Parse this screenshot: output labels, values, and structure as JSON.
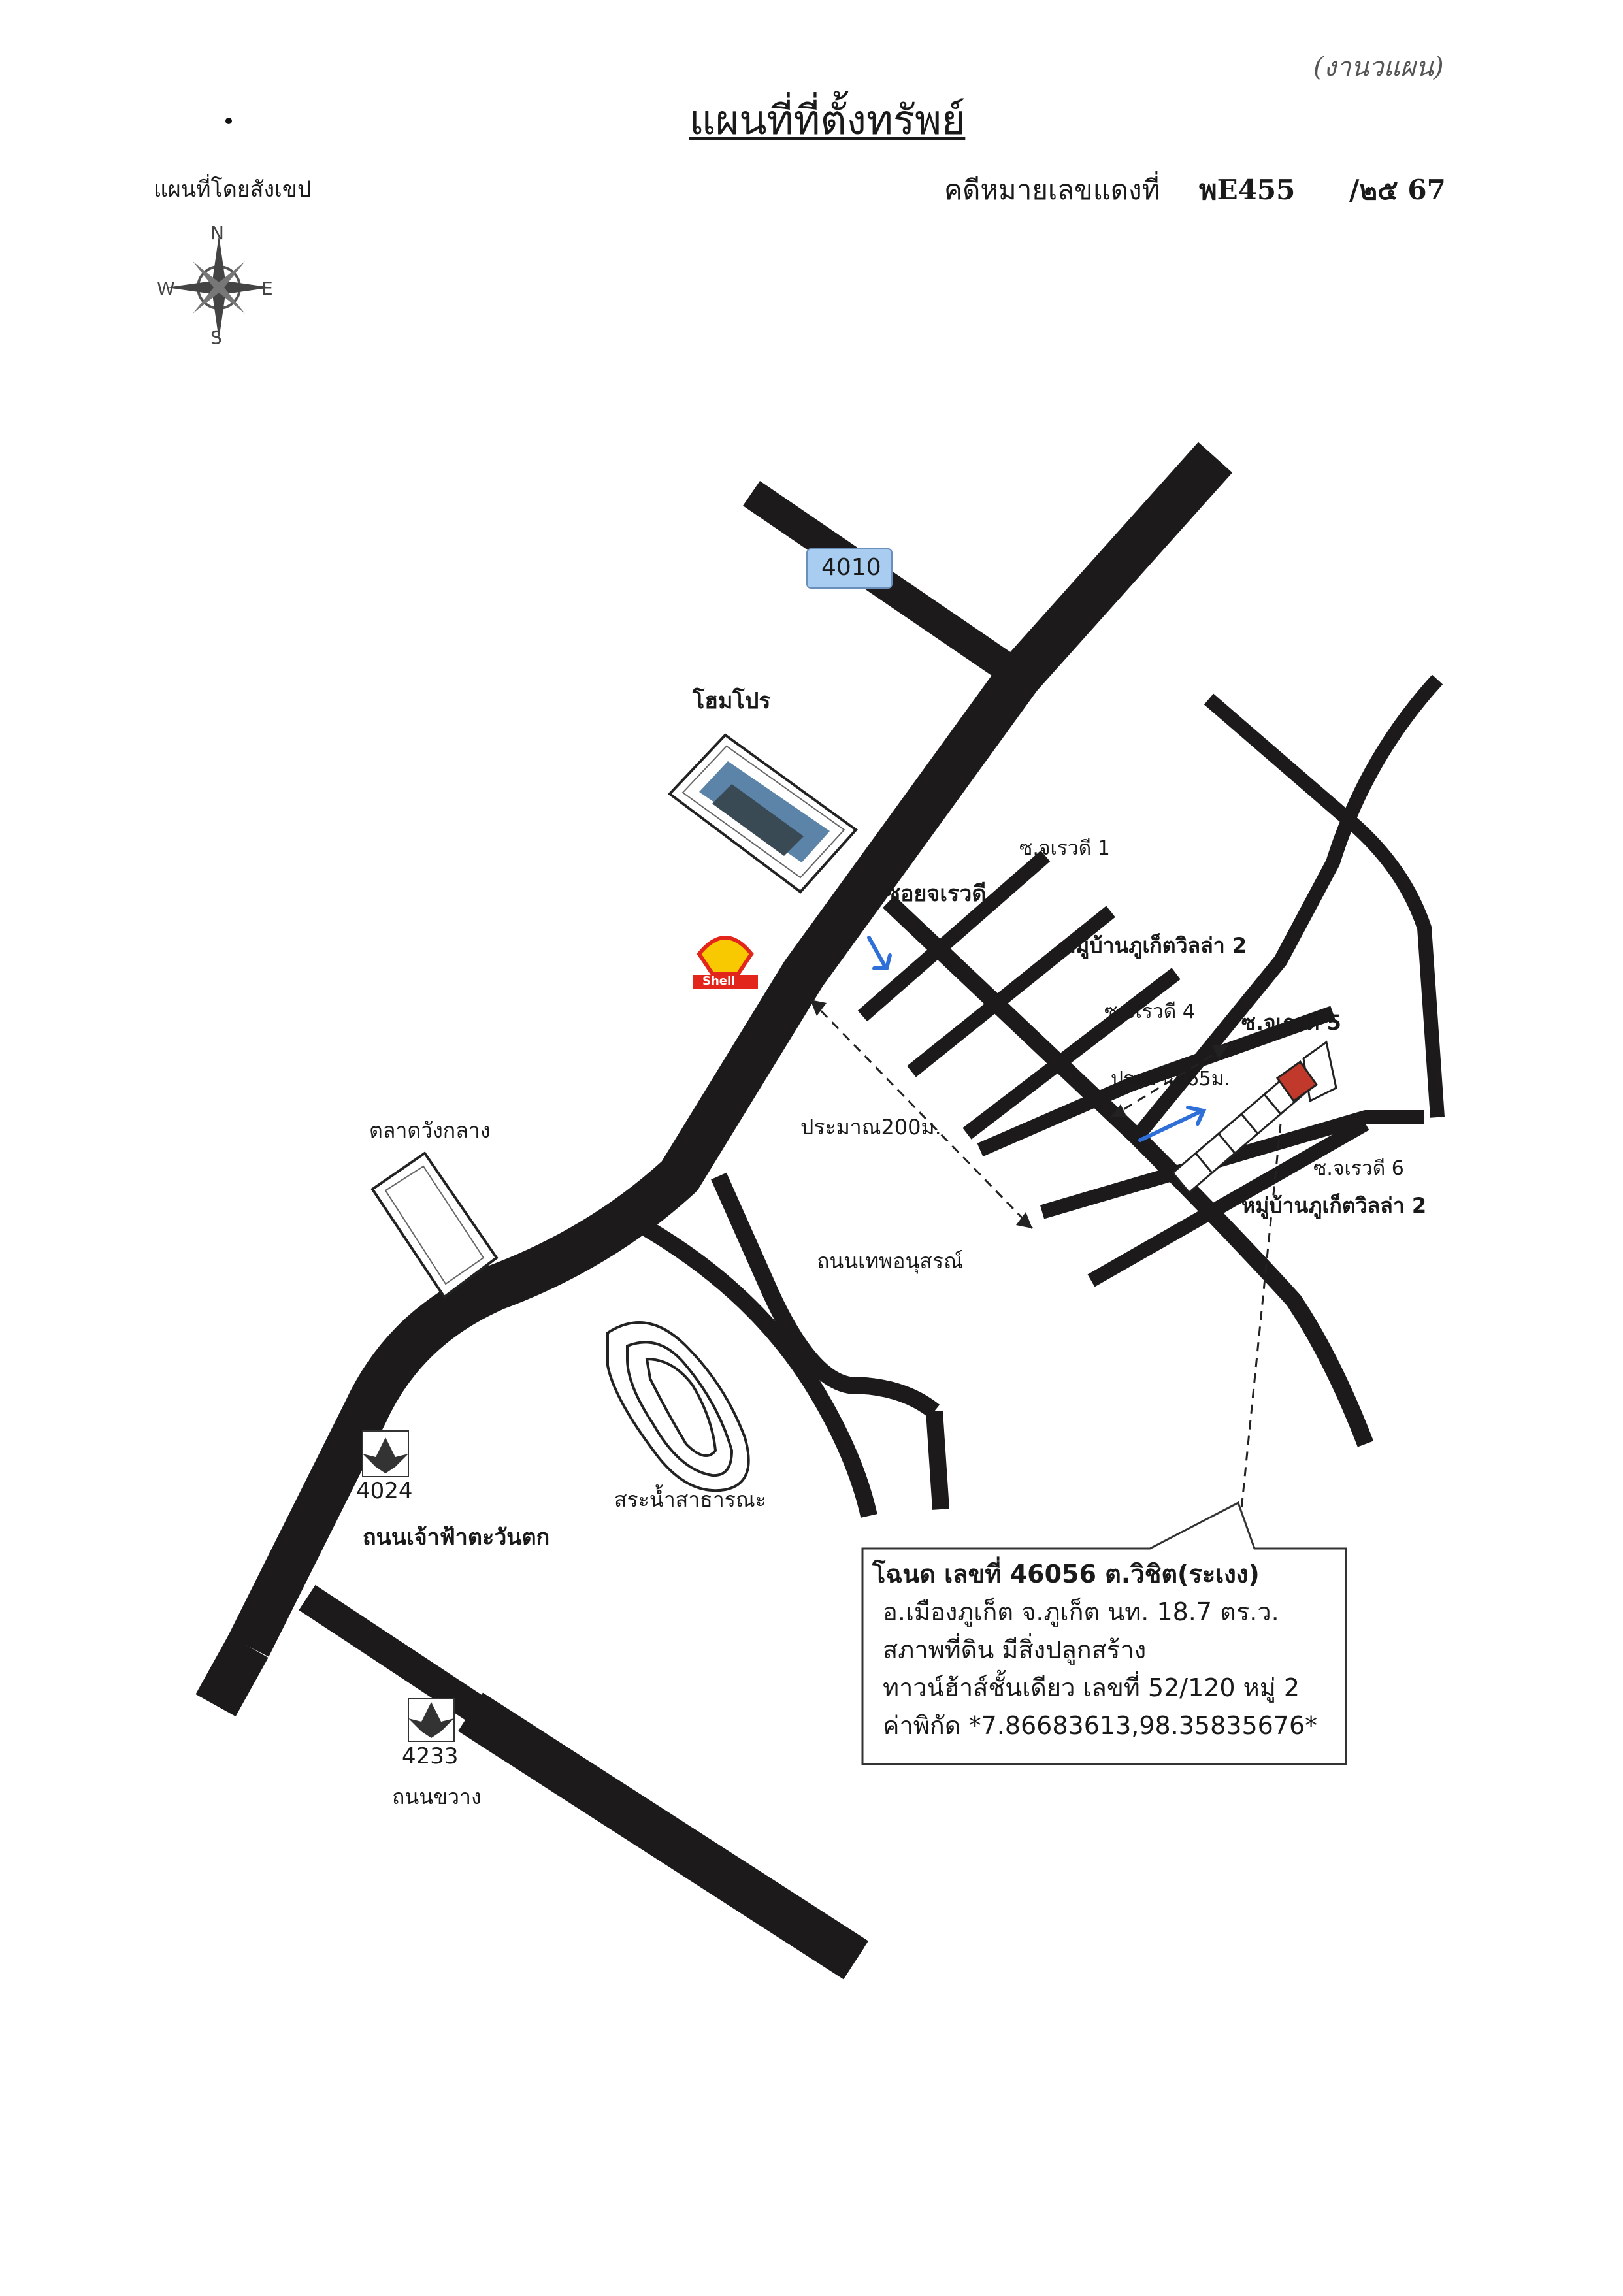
{
  "header": {
    "title": "แผนที่ที่ตั้งทรัพย์",
    "subtitle": "แผนที่โดยสังเขป",
    "case_label": "คดีหมายเลขแดงที่",
    "case_code": "พE455",
    "case_year": "/๒๕ 67",
    "handwritten_note": "(งานวแผน)"
  },
  "compass": {
    "n": "N",
    "s": "S",
    "e": "E",
    "w": "W"
  },
  "roads": {
    "route_4010": "4010",
    "route_4024": "4024",
    "route_4233": "4233",
    "chaofa_west": "ถนนเจ้าฟ้าตะวันตก",
    "khwang": "ถนนขวาง",
    "thep_anusorn": "ถนนเทพอนุสรณ์",
    "soi_chareewadee": "ซอยจเรวดี",
    "soi_1": "ซ.จเรวดี 1",
    "soi_4": "ซ.จเรวดี 4",
    "soi_5": "ซ.จเรวดี 5",
    "soi_6": "ซ.จเรวดี 6"
  },
  "landmarks": {
    "homepro": "โฮมโปร",
    "shell": "Shell",
    "wang_klang_market": "ตลาดวังกลาง",
    "public_pond": "สระน้ำสาธารณะ",
    "village_top": "หมู่บ้านภูเก็ตวิลล่า 2",
    "village_bottom": "หมู่บ้านภูเก็ตวิลล่า 2"
  },
  "distances": {
    "approx_200": "ประมาณ200ม.",
    "approx_65": "ประมาณ65ม."
  },
  "property_info": {
    "line1": "โฉนด เลขที่ 46056 ต.วิชิต(ระเงง)",
    "line2": "อ.เมืองภูเก็ต จ.ภูเก็ต นท. 18.7 ตร.ว.",
    "line3": "สภาพที่ดิน มีสิ่งปลูกสร้าง",
    "line4": "ทาวน์ฮ้าส์ชั้นเดียว เลขที่ 52/120 หมู่ 2",
    "line5": "ค่าพิกัด *7.86683613,98.35835676*"
  },
  "colors": {
    "road": "#1c1a1a",
    "route_badge": "#a8cdf0",
    "arrow": "#2f6fd8",
    "property": "#c0392b",
    "shell_red": "#e2261c",
    "shell_yellow": "#f8c800"
  }
}
